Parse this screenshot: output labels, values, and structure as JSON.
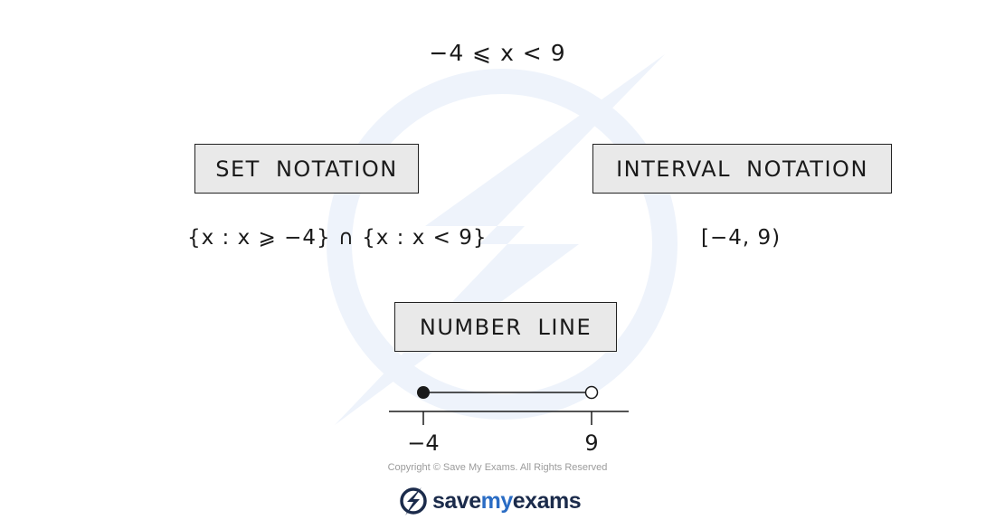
{
  "inequality": "−4 ⩽ x < 9",
  "set_notation": {
    "label": "SET  NOTATION",
    "expression": "{x : x ⩾ −4} ∩ {x : x < 9}"
  },
  "interval_notation": {
    "label": "INTERVAL  NOTATION",
    "expression": "[−4, 9)"
  },
  "number_line": {
    "label": "NUMBER  LINE",
    "start": {
      "value": -4,
      "label": "−4",
      "endpoint": "closed"
    },
    "end": {
      "value": 9,
      "label": "9",
      "endpoint": "open"
    }
  },
  "copyright": "Copyright © Save My Exams. All Rights Reserved",
  "brand": {
    "name_part1": "save",
    "name_part2": "my",
    "name_part3": "exams",
    "primary_color": "#1b2b4b",
    "accent_color": "#2a6cc4",
    "icon": "lightning-bolt-icon"
  }
}
